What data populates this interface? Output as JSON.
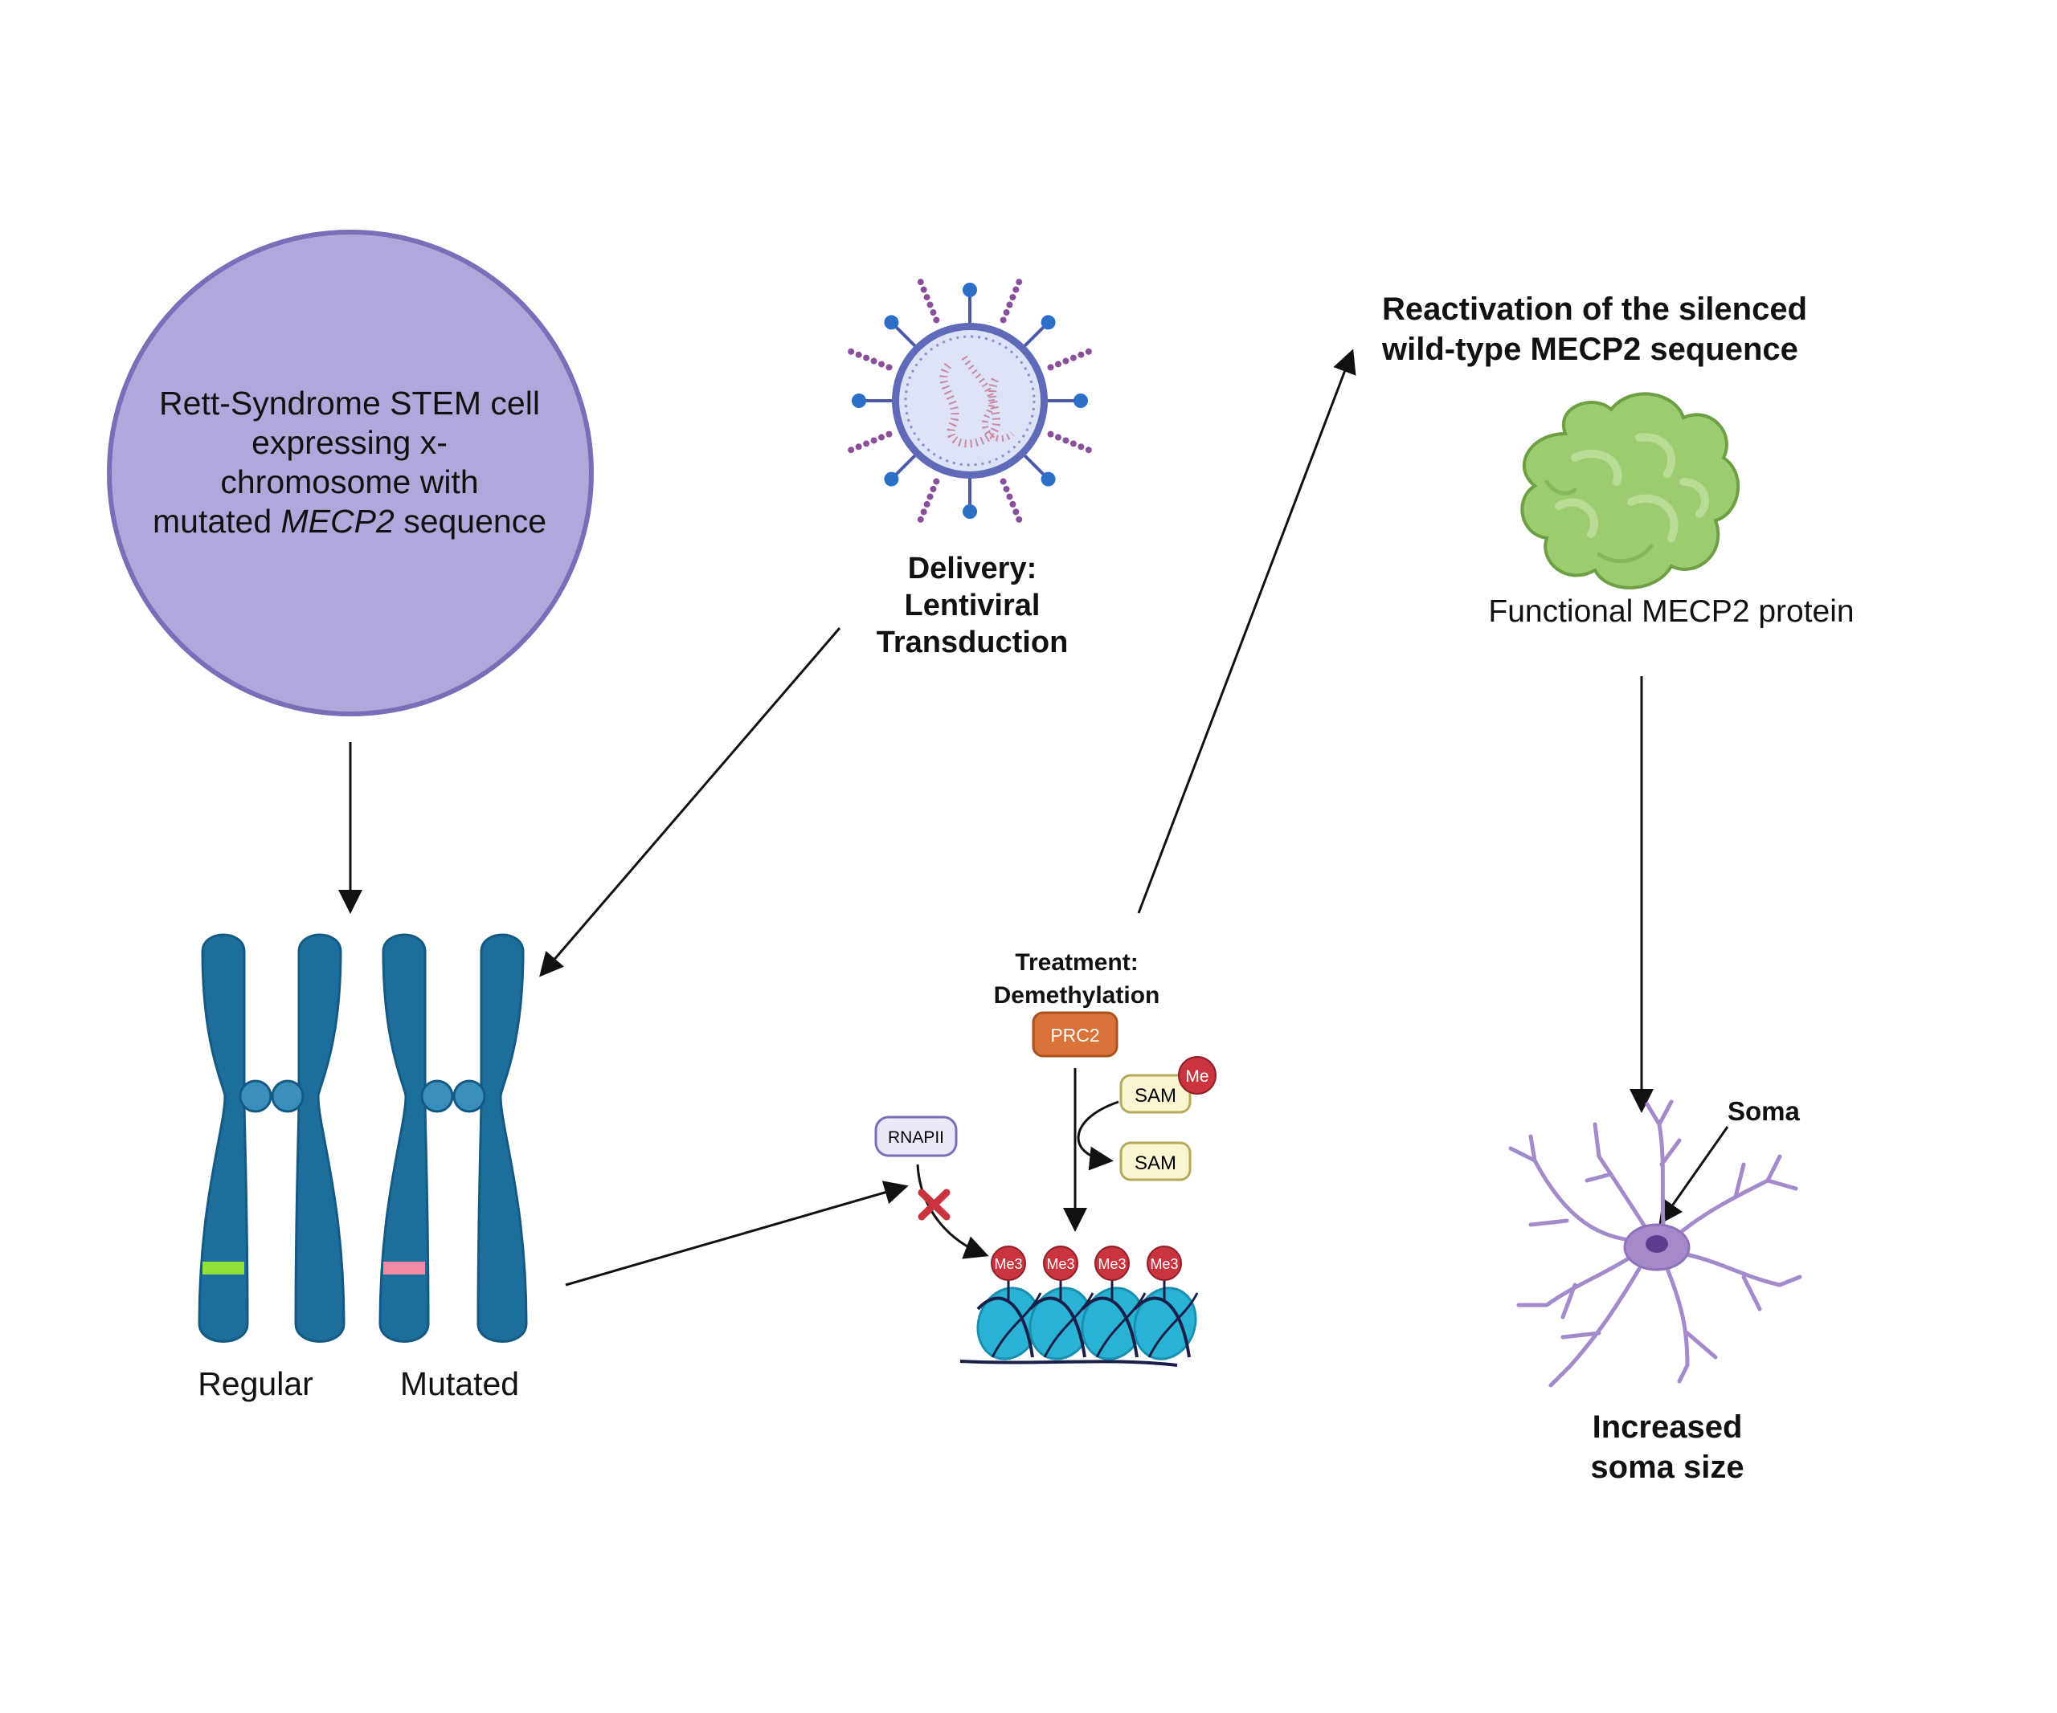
{
  "stem_cell": {
    "line1": "Rett-Syndrome STEM cell",
    "line2": "expressing x-",
    "line3": "chromosome with",
    "line4_pre": "mutated ",
    "line4_gene": "MECP2",
    "line4_post": " sequence"
  },
  "delivery": {
    "line1": "Delivery:",
    "line2": "Lentiviral",
    "line3": "Transduction"
  },
  "reactivation": {
    "line1": "Reactivation of the silenced",
    "line2": "wild-type MECP2 sequence"
  },
  "protein_label": "Functional MECP2 protein",
  "chromosomes": {
    "regular_label": "Regular",
    "mutated_label": "Mutated"
  },
  "treatment": {
    "line1": "Treatment:",
    "line2": "Demethylation"
  },
  "molecules": {
    "prc2": "PRC2",
    "sam": "SAM",
    "me": "Me",
    "rnapii": "RNAPII",
    "me3": "Me3"
  },
  "neuron": {
    "soma_label": "Soma",
    "result_line1": "Increased",
    "result_line2": "soma size"
  },
  "colors": {
    "stem_fill": "#afa9db",
    "stem_stroke": "#7b6db8",
    "chromosome": "#1d6e9c",
    "chromosome_dark": "#155a82",
    "regular_band": "#8fe03a",
    "mutated_band": "#f28ba3",
    "prc2": "#d9733a",
    "sam_fill": "#faf5d3",
    "me_red": "#c9343f",
    "rnapii_fill": "#ebe8f8",
    "nucleosome": "#2ab2d4",
    "protein": "#9ccc6f",
    "neuron": "#a58acb"
  }
}
